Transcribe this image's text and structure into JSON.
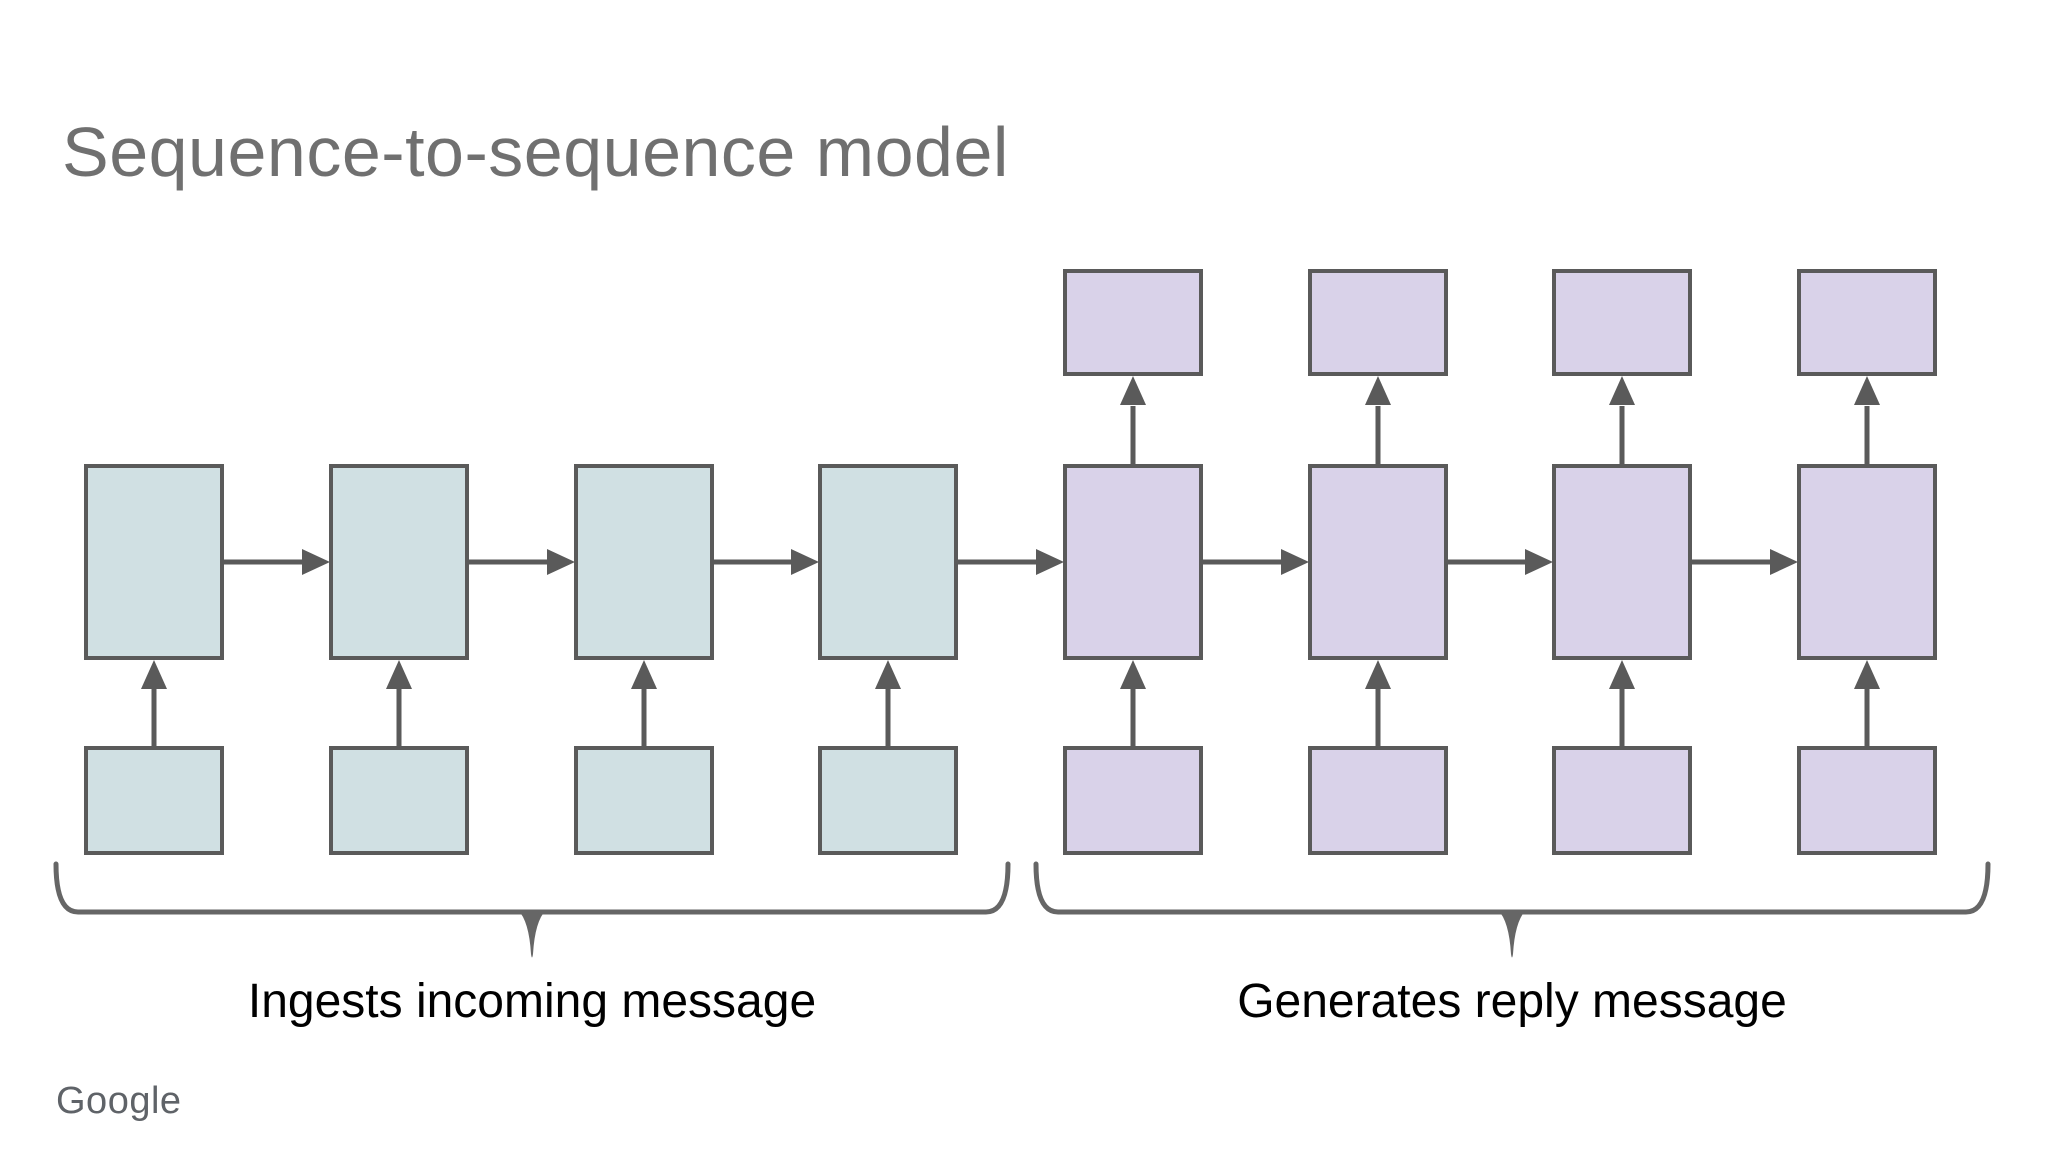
{
  "slide": {
    "title": "Sequence-to-sequence model",
    "footer_logo": "Google"
  },
  "diagram": {
    "type": "sequence-to-sequence recurrent network diagram",
    "encoder": {
      "caption": "Ingests incoming message",
      "steps": 4,
      "boxes_per_step": [
        "input-box",
        "cell-box"
      ]
    },
    "decoder": {
      "caption": "Generates reply message",
      "steps": 4,
      "boxes_per_step": [
        "input-box",
        "cell-box",
        "output-box"
      ]
    }
  },
  "colors": {
    "background": "#ffffff",
    "box-teal": "#d0e0e3",
    "box-purple": "#d9d2e9",
    "box-border": "#5a5a5a",
    "arrow": "#5a5a5a",
    "brace": "#666666",
    "title": "#707070",
    "caption": "#000000",
    "logo": "#5f6368"
  }
}
